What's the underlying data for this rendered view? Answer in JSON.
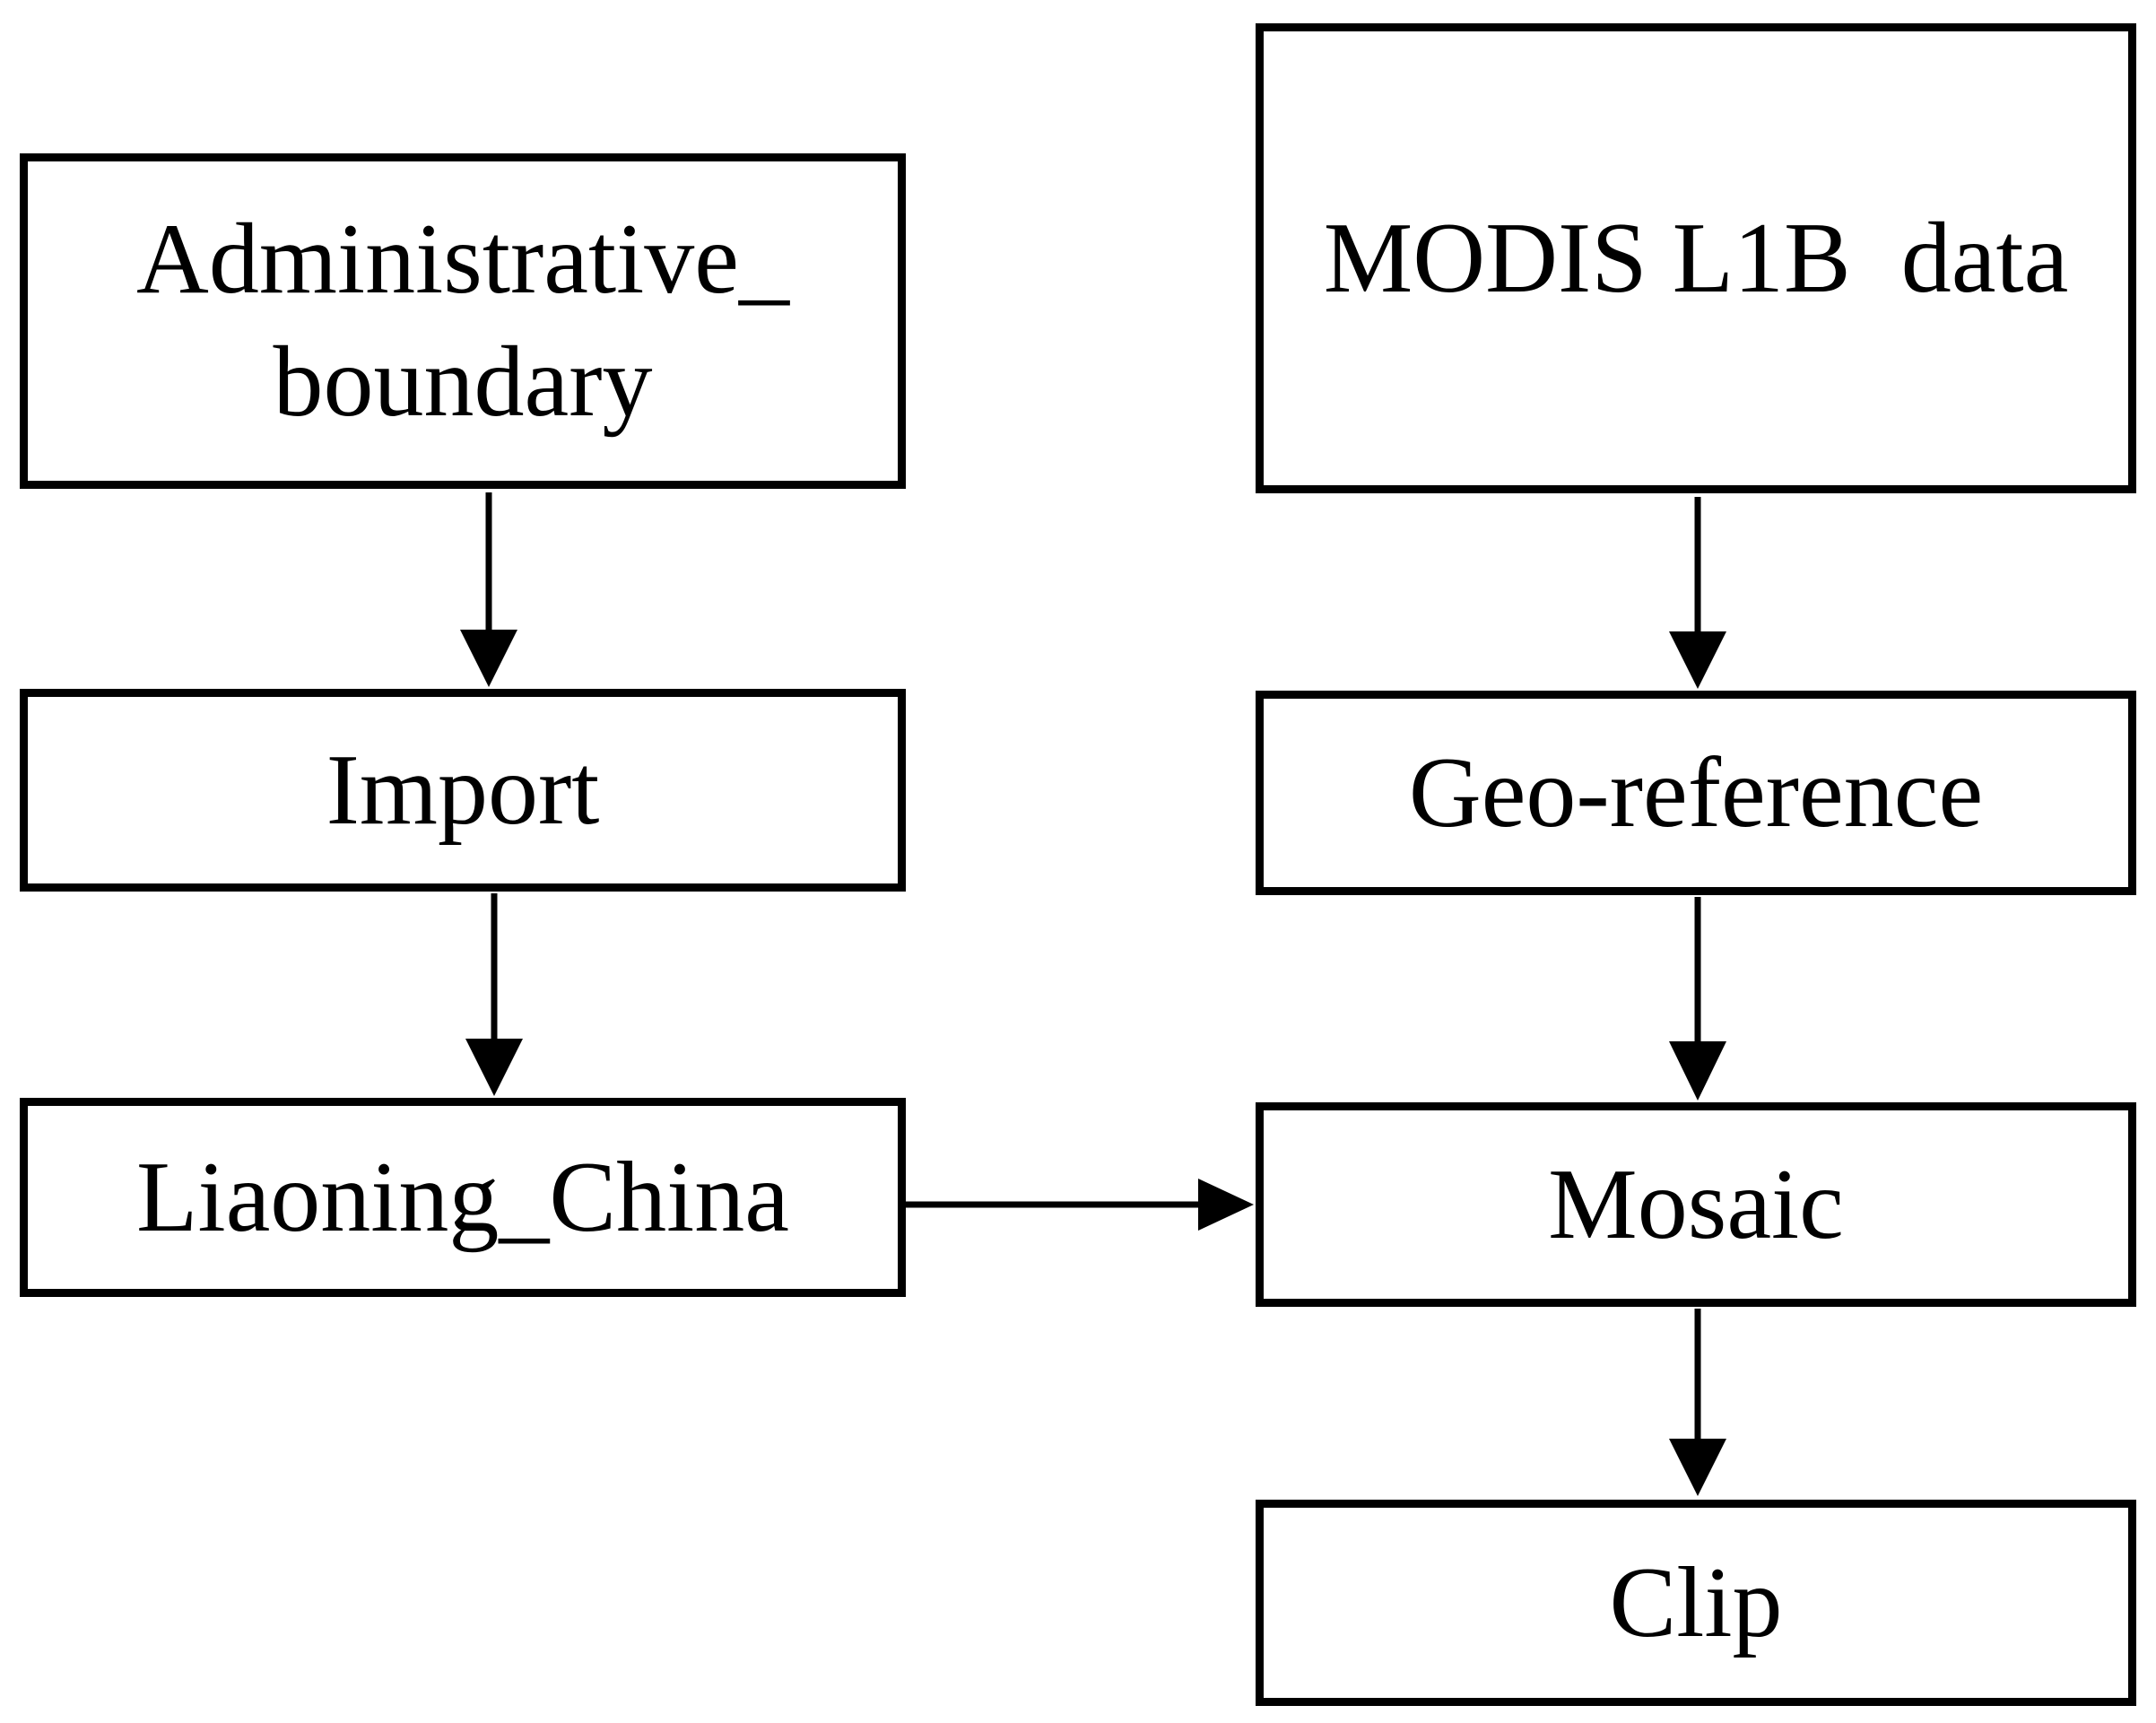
{
  "diagram": {
    "type": "flowchart",
    "colors": {
      "background": "#ffffff",
      "stroke": "#000000",
      "text": "#000000",
      "node_fill": "#ffffff"
    },
    "nodes": [
      {
        "id": "administrative-boundary",
        "label": "Administrative_\nboundary"
      },
      {
        "id": "modis-l1b-data",
        "label": "MODIS L1B  data"
      },
      {
        "id": "import",
        "label": "Import"
      },
      {
        "id": "geo-reference",
        "label": "Geo-reference"
      },
      {
        "id": "liaoning-china",
        "label": "Liaoning_China"
      },
      {
        "id": "mosaic",
        "label": "Mosaic"
      },
      {
        "id": "clip",
        "label": "Clip"
      }
    ],
    "edges": [
      {
        "from": "administrative-boundary",
        "to": "import"
      },
      {
        "from": "import",
        "to": "liaoning-china"
      },
      {
        "from": "liaoning-china",
        "to": "mosaic"
      },
      {
        "from": "modis-l1b-data",
        "to": "geo-reference"
      },
      {
        "from": "geo-reference",
        "to": "mosaic"
      },
      {
        "from": "mosaic",
        "to": "clip"
      }
    ]
  }
}
